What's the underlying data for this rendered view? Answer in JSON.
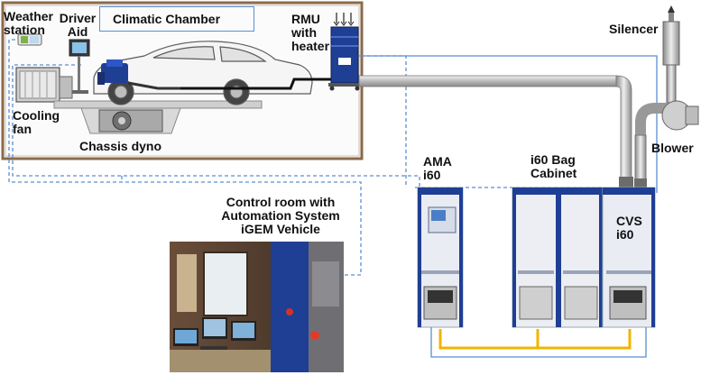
{
  "labels": {
    "weather_station": "Weather\nstation",
    "driver_aid": "Driver\nAid",
    "climatic_chamber": "Climatic Chamber",
    "rmu": "RMU\nwith\nheater",
    "silencer": "Silencer",
    "cooling_fan": "Cooling\nfan",
    "chassis_dyno": "Chassis dyno",
    "blower": "Blower",
    "ama": "AMA\ni60",
    "bag_cabinet": "i60 Bag\nCabinet",
    "control_room": "Control room with\nAutomation System\niGEM Vehicle",
    "cvs": "CVS\ni60"
  },
  "colors": {
    "chamber_border": "#8b6a4a",
    "connection_line": "#5b8fd0",
    "pipe": "#c8c8c8",
    "cable": "#f0b400",
    "cabinet_blue": "#1f3f95"
  }
}
